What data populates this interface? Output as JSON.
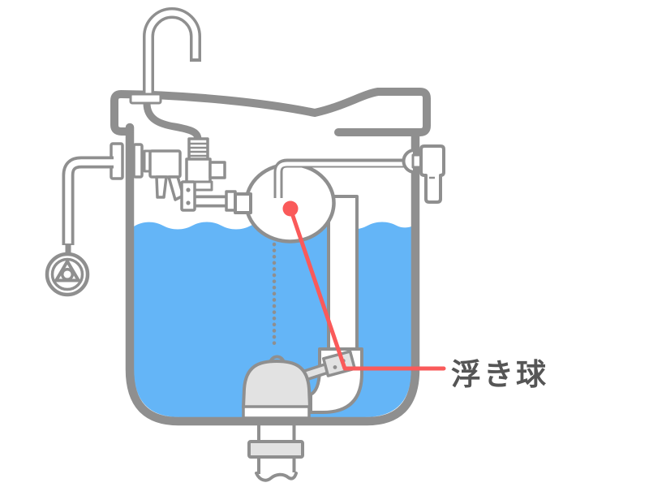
{
  "annotation": {
    "label": "浮き球"
  },
  "colors": {
    "outline_gray": "#8f8f8f",
    "light_gray_fill": "#e2e2e2",
    "water_blue": "#64b5f7",
    "accent_red": "#fa5a5a",
    "label_text": "#555555",
    "background": "#ffffff"
  },
  "diagram": {
    "subject": "toilet-tank-cross-section",
    "parts": [
      "hand-wash-spout",
      "tank-lid",
      "tank-body",
      "water",
      "supply-pipe",
      "shutoff-valve-handwheel",
      "fill-valve",
      "refill-hose",
      "float-arm",
      "float-ball",
      "lever-rod",
      "flush-lever-handle",
      "overflow-tube",
      "flapper-valve",
      "lift-chain",
      "outlet-pipe",
      "leader-line"
    ]
  }
}
